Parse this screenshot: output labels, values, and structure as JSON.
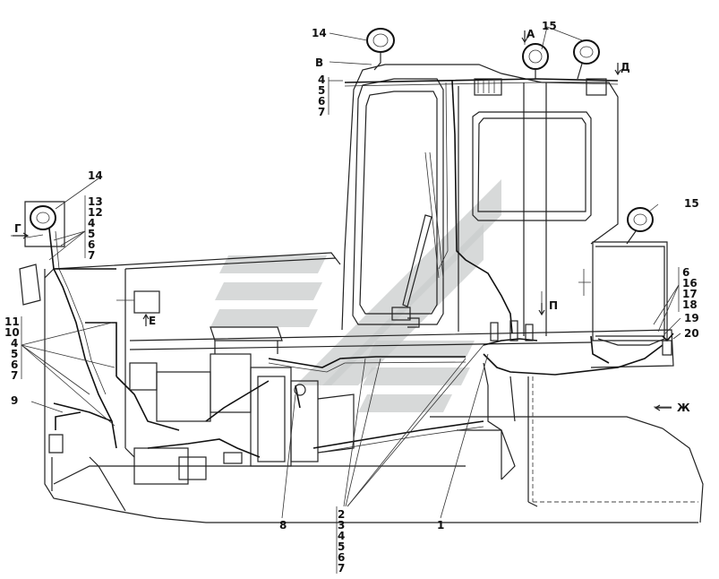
{
  "callouts": {
    "c14_top": "14",
    "cB": "В",
    "stack_cab": [
      "4",
      "5",
      "6",
      "7"
    ],
    "cA": "А",
    "c15_top": "15",
    "cD": "Д",
    "c14_left": "14",
    "stack_left": [
      "13",
      "12",
      "4",
      "5",
      "6",
      "7"
    ],
    "cG": "Г",
    "cE": "Е",
    "c15_right": "15",
    "stack_right": [
      "6",
      "16",
      "17",
      "18"
    ],
    "c19": "19",
    "c20": "20",
    "cP": "П",
    "stack_mid": [
      "11",
      "10",
      "4",
      "5",
      "6",
      "7"
    ],
    "c9": "9",
    "cZh": "Ж",
    "c8": "8",
    "stack_bottom": [
      "2",
      "3",
      "4",
      "5",
      "6",
      "7"
    ],
    "c1": "1"
  }
}
